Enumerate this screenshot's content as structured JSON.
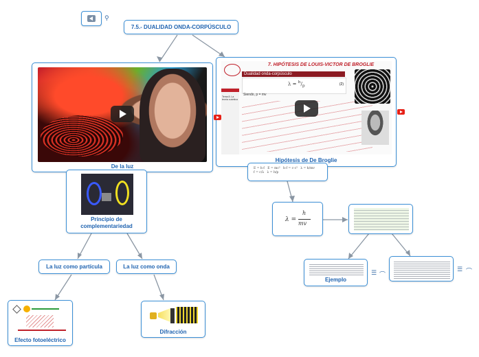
{
  "title": "7.5.- DUALIDAD ONDA-CORPÚSCULO",
  "back_icon": "back-arrow-icon",
  "nodes": {
    "de_la_luz": "De la luz",
    "hipotesis": "Hipótesis de De Broglie",
    "principio": "Principio de complementariedad",
    "luz_particula": "La luz como partícula",
    "luz_onda": "La luz como onda",
    "efecto": "Efecto fotoeléctrico",
    "difraccion": "Difracción",
    "ejemplo": "Ejemplo"
  },
  "slide": {
    "heading": "7. HIPÓTESIS DE LOUIS-VICTOR DE BROGLIE",
    "bar": "Dualidad onda-corpúsculo",
    "eq_num": "(2)",
    "siendo": "Siendo, p = mv",
    "side_label": "Tema 8. La teoría cuántica"
  },
  "formulas": {
    "lambda": "λ =",
    "h": "h",
    "mv": "mv"
  },
  "colors": {
    "node_border": "#3b8fd6",
    "node_text": "#1f63b0",
    "youtube": "#e62117",
    "slide_red": "#c0202a"
  }
}
